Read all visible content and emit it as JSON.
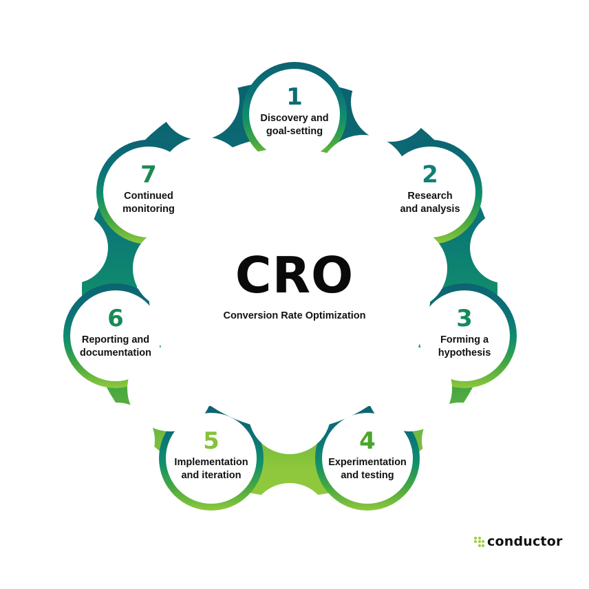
{
  "center": {
    "title": "CRO",
    "subtitle": "Conversion Rate Optimization"
  },
  "steps": [
    {
      "num": "1",
      "label": "Discovery and\ngoal-setting",
      "num_color": "#0f6b73"
    },
    {
      "num": "2",
      "label": "Research\nand analysis",
      "num_color": "#0f7f78"
    },
    {
      "num": "3",
      "label": "Forming a\nhypothesis",
      "num_color": "#138a5c"
    },
    {
      "num": "4",
      "label": "Experimentation\nand testing",
      "num_color": "#4aa52a"
    },
    {
      "num": "5",
      "label": "Implementation\nand iteration",
      "num_color": "#86c23a"
    },
    {
      "num": "6",
      "label": "Reporting and\ndocumentation",
      "num_color": "#1a8a55"
    },
    {
      "num": "7",
      "label": "Continued\nmonitoring",
      "num_color": "#1a8a55"
    }
  ],
  "colors": {
    "gradient_top": "#0c6370",
    "gradient_mid": "#0f8a6a",
    "gradient_bottom": "#8cc63e"
  },
  "logo": {
    "icon": "conductor-dots-icon",
    "text": "conductor",
    "dot_color": "#9acd3b"
  }
}
